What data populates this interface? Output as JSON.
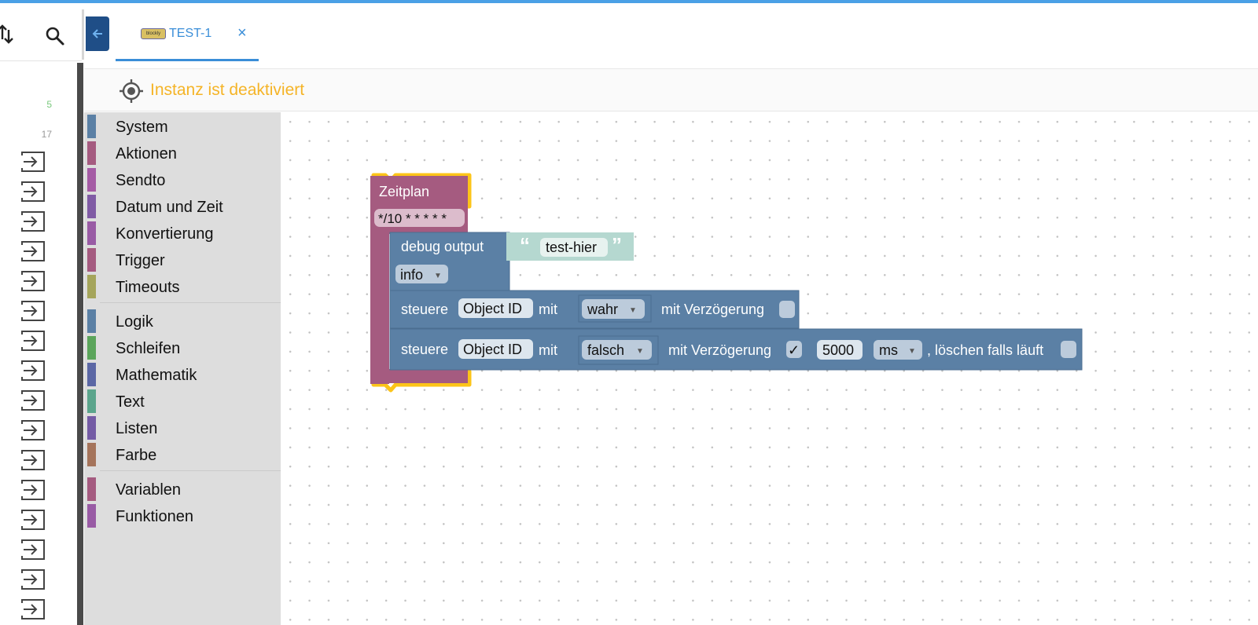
{
  "side": {
    "numbers": [
      "5",
      "17"
    ]
  },
  "tabs": [
    {
      "title": "TEST-1",
      "logo_text": "blockly"
    }
  ],
  "status": {
    "text": "Instanz ist deaktiviert"
  },
  "toolbox": {
    "groups": [
      [
        {
          "label": "System",
          "color": "#5b80a5"
        },
        {
          "label": "Aktionen",
          "color": "#a55b80"
        },
        {
          "label": "Sendto",
          "color": "#a55ba5"
        },
        {
          "label": "Datum und Zeit",
          "color": "#805ba5"
        },
        {
          "label": "Konvertierung",
          "color": "#995ba5"
        },
        {
          "label": "Trigger",
          "color": "#a55b80"
        },
        {
          "label": "Timeouts",
          "color": "#a5a55b"
        }
      ],
      [
        {
          "label": "Logik",
          "color": "#5b80a5"
        },
        {
          "label": "Schleifen",
          "color": "#5ba55b"
        },
        {
          "label": "Mathematik",
          "color": "#5b67a5"
        },
        {
          "label": "Text",
          "color": "#5ba58c"
        },
        {
          "label": "Listen",
          "color": "#745ba5"
        },
        {
          "label": "Farbe",
          "color": "#a5745b"
        }
      ],
      [
        {
          "label": "Variablen",
          "color": "#a55b80"
        },
        {
          "label": "Funktionen",
          "color": "#995ba5"
        }
      ]
    ]
  },
  "blocks": {
    "schedule": {
      "title": "Zeitplan",
      "cron": "*/10 * * * * *",
      "color": "#a55b80",
      "highlight": "#fcc419"
    },
    "debug": {
      "label": "debug output",
      "text_value": "test-hier",
      "level": "info",
      "text_color": "#b5d8d0",
      "color": "#5b80a5"
    },
    "control1": {
      "label": "steuere",
      "object": "Object ID",
      "mit": "mit",
      "value": "wahr",
      "delay_label": "mit Verzögerung"
    },
    "control2": {
      "label": "steuere",
      "object": "Object ID",
      "mit": "mit",
      "value": "falsch",
      "delay_label": "mit Verzögerung",
      "delay_checked": "✓",
      "delay_value": "5000",
      "unit": "ms",
      "clear_label": ", löschen falls läuft"
    }
  }
}
